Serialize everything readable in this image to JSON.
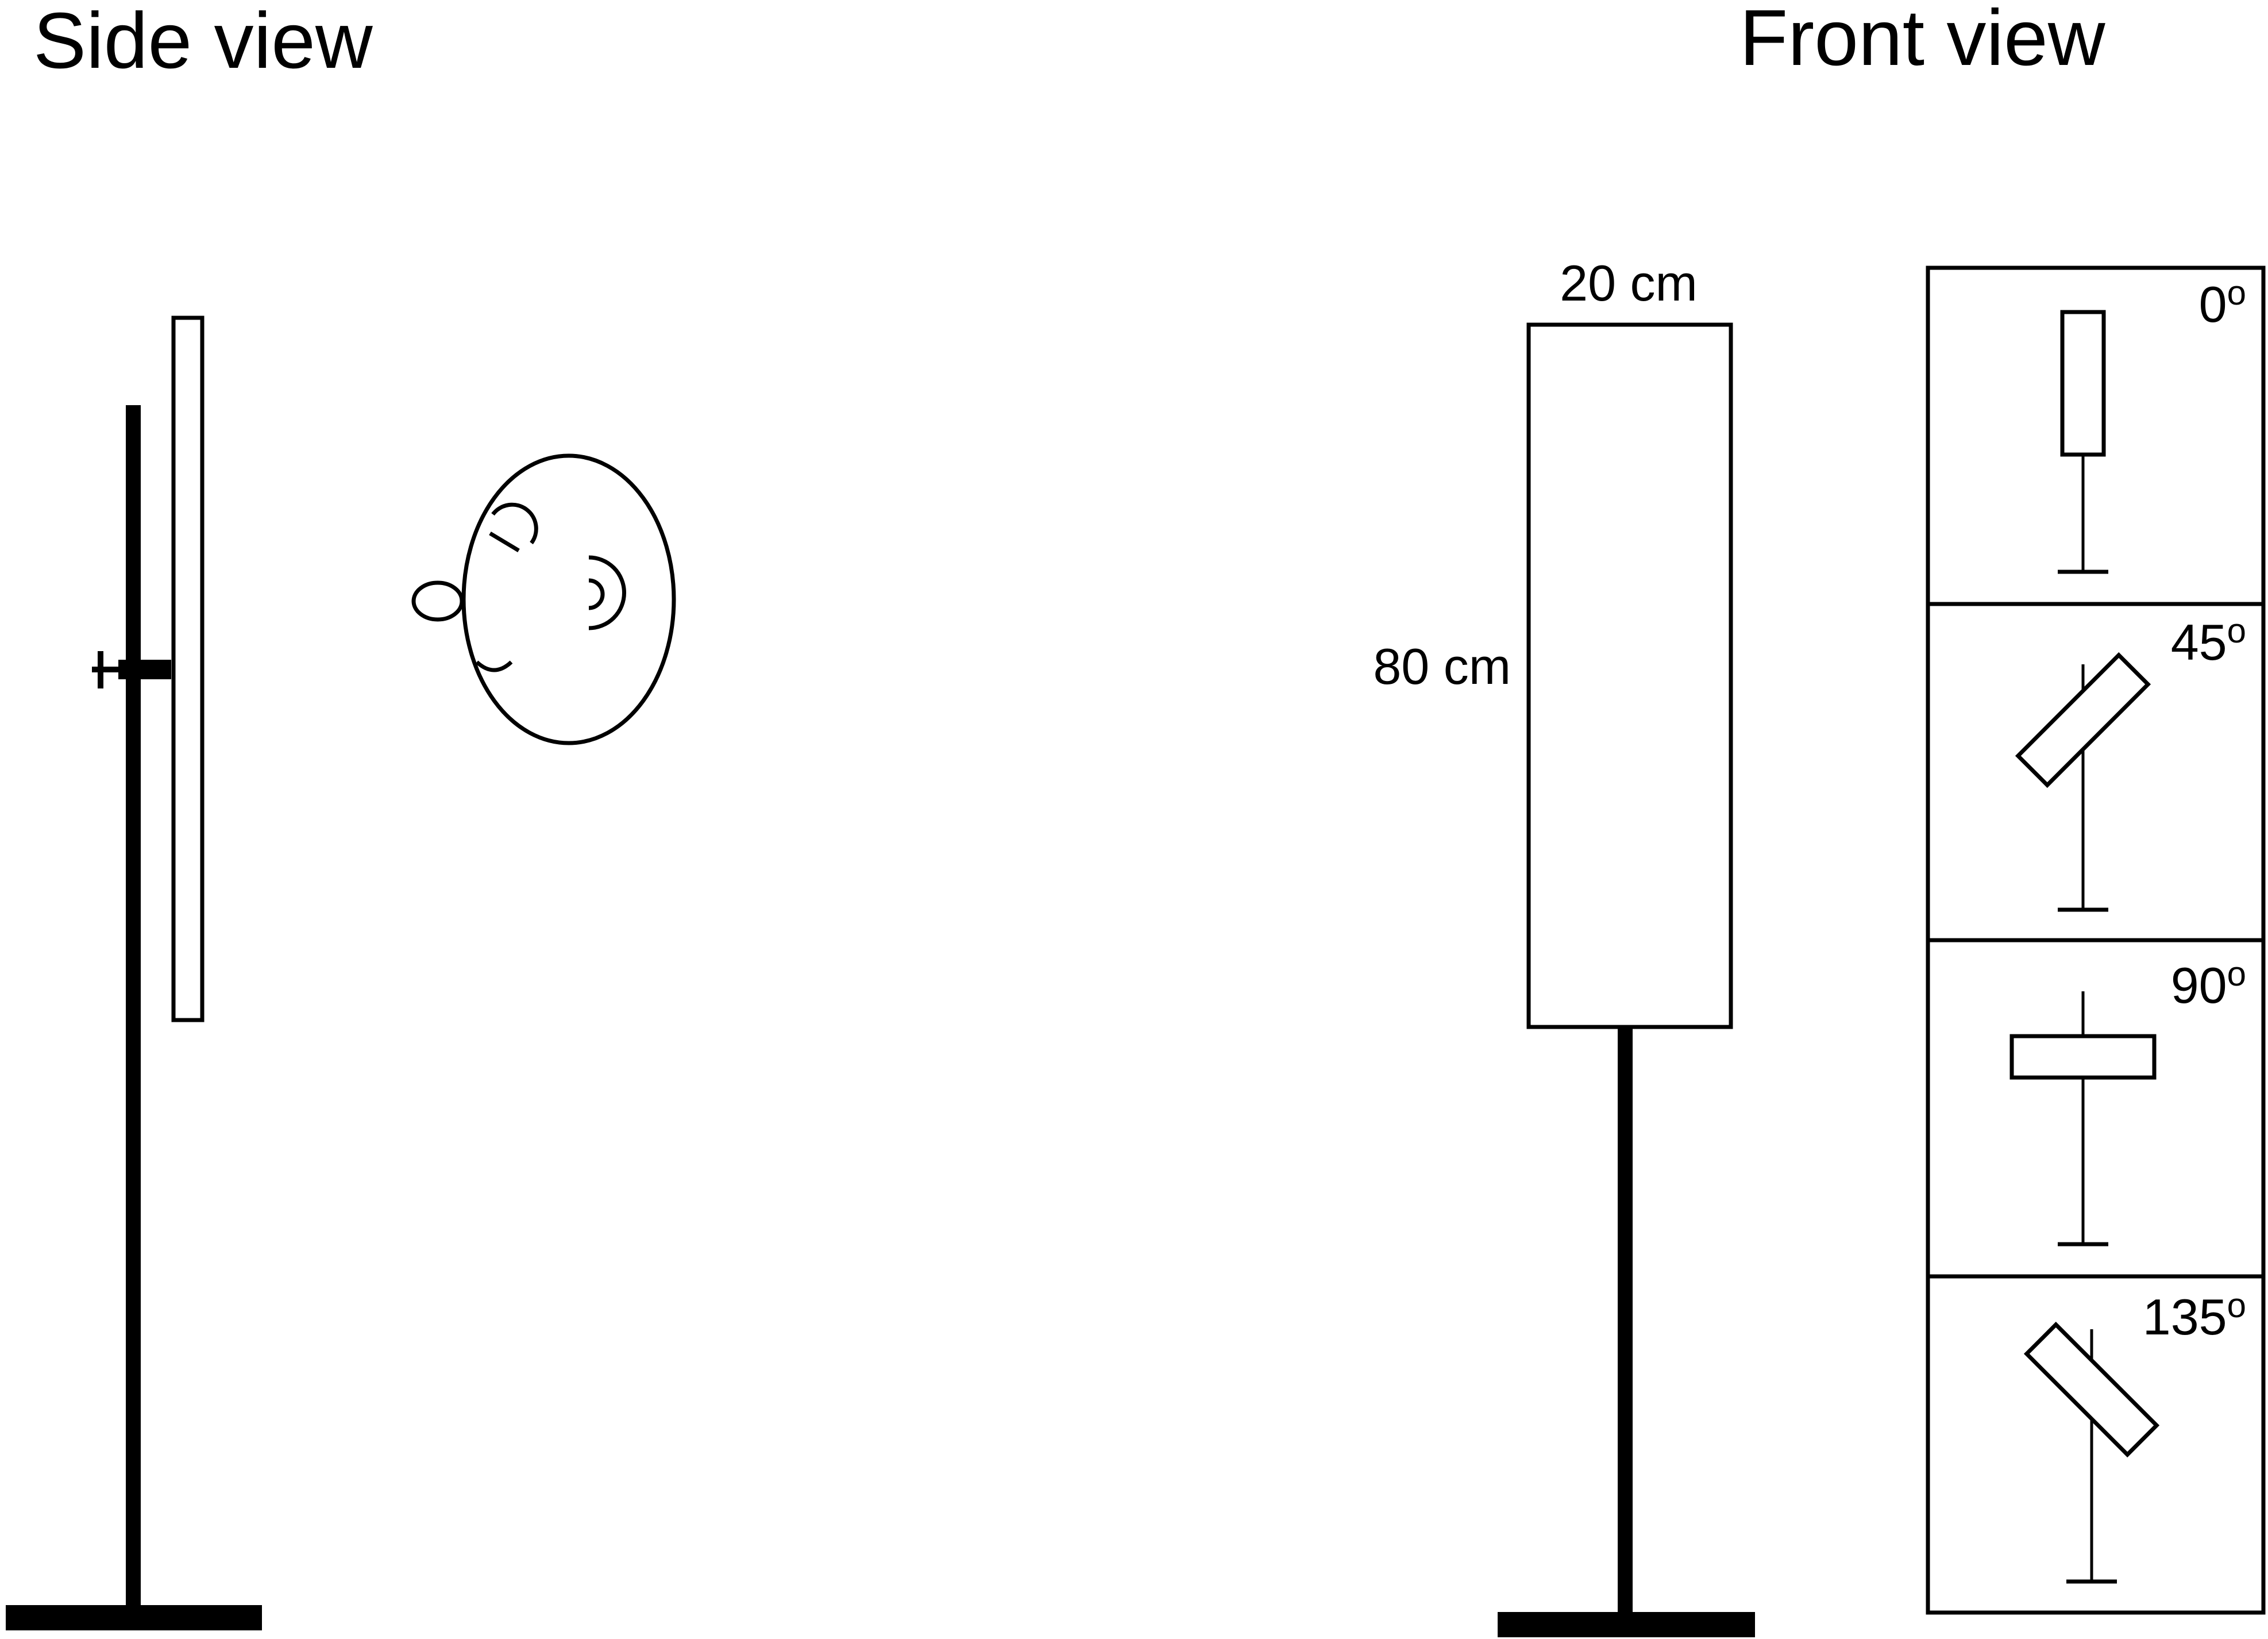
{
  "titles": {
    "side": "Side view",
    "front": "Front view"
  },
  "dimensions": {
    "width": "20 cm",
    "height": "80 cm"
  },
  "orientations": [
    {
      "value": "0",
      "degree": "o",
      "angle": 0
    },
    {
      "value": "45",
      "degree": "o",
      "angle": 45
    },
    {
      "value": "90",
      "degree": "o",
      "angle": 90
    },
    {
      "value": "135",
      "degree": "o",
      "angle": 135
    }
  ],
  "colors": {
    "ink": "#000000",
    "background": "#ffffff"
  }
}
